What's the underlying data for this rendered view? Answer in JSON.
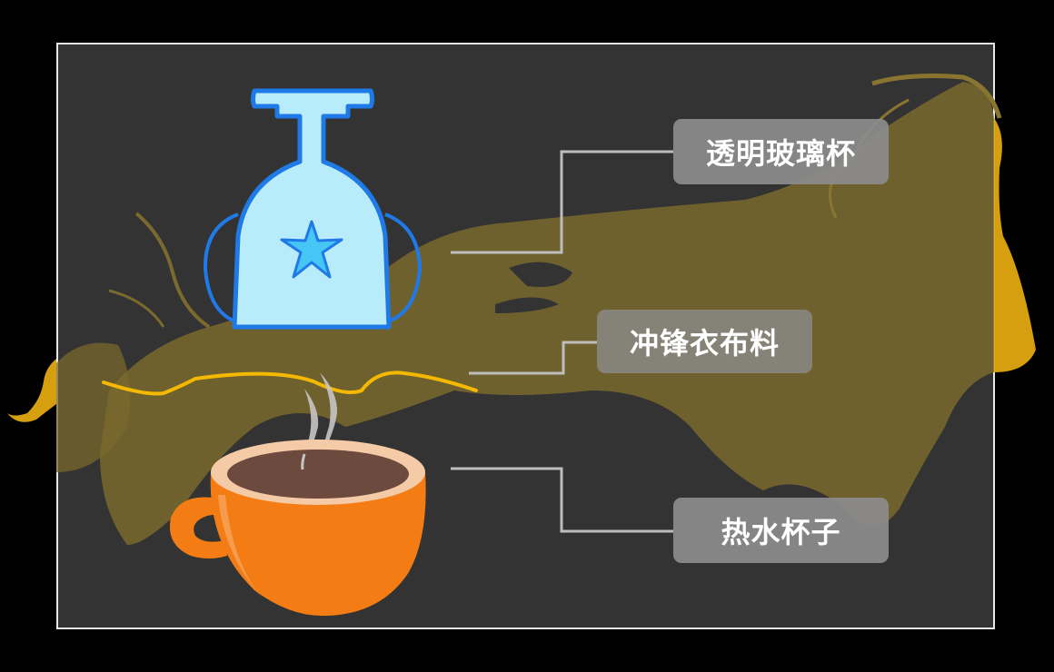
{
  "slide": {
    "background_color": "#000000",
    "frame_color": "#333333",
    "frame_border_color": "#e8e8e8",
    "splash_color": "#7a6a2e",
    "splash_bright_color": "#e0a810"
  },
  "labels": [
    {
      "id": "glass",
      "text": "透明玻璃杯"
    },
    {
      "id": "fabric",
      "text": "冲锋衣布料"
    },
    {
      "id": "cup",
      "text": "热水杯子"
    }
  ],
  "icons": {
    "glass": {
      "name": "inverted-glass-icon",
      "fill": "#b9ecfb",
      "stroke": "#1f7ae8",
      "star_fill": "#46c6f5"
    },
    "fabric_line": {
      "name": "fabric-wave-line",
      "color": "#f5b800"
    },
    "cup": {
      "name": "hot-cup-icon",
      "body": "#f37d14",
      "rim": "#f4cba6",
      "coffee": "#6d4a3e",
      "steam": "#c8c4c4"
    }
  },
  "connector_color": "#bdbdbd"
}
